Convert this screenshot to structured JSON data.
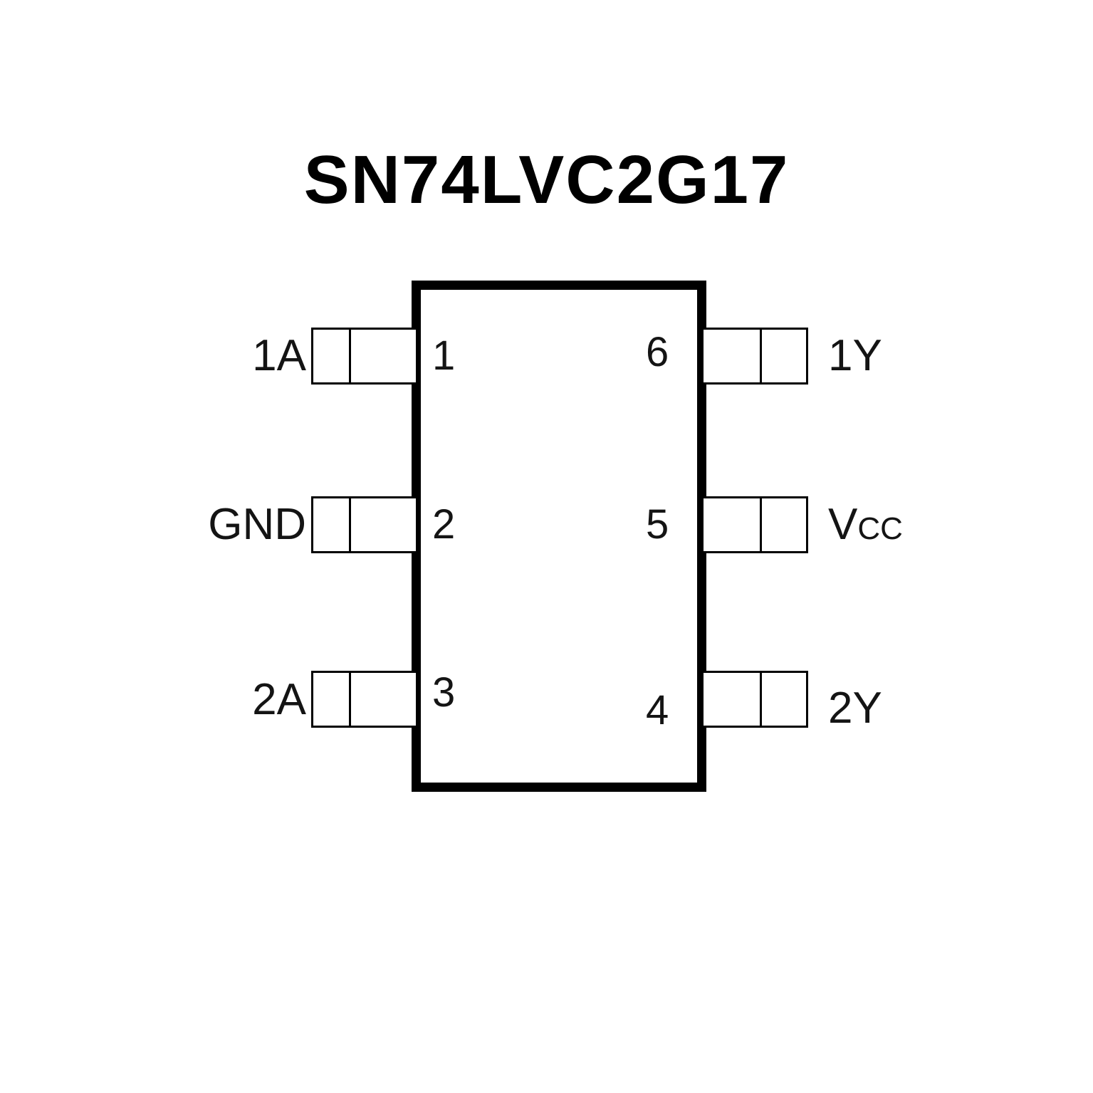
{
  "title": "SN74LVC2G17",
  "ic": {
    "package_pin_rows": 3,
    "left_pins": [
      {
        "label": "1A",
        "number": "1"
      },
      {
        "label": "GND",
        "number": "2"
      },
      {
        "label": "2A",
        "number": "3"
      }
    ],
    "right_pins": [
      {
        "label": "1Y",
        "label_sub": "",
        "number": "6"
      },
      {
        "label": "V",
        "label_sub": "CC",
        "number": "5"
      },
      {
        "label": "2Y",
        "label_sub": "",
        "number": "4"
      }
    ],
    "colors": {
      "outline": "#000000",
      "text": "#141414",
      "background": "#ffffff"
    }
  }
}
